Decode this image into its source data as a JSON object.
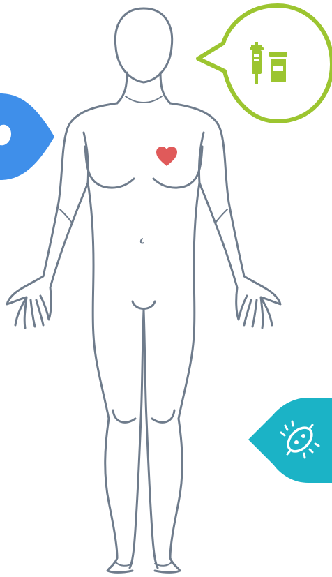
{
  "body_figure": {
    "view": "front",
    "stroke_color": "#6f7c8c"
  },
  "heart_marker": {
    "icon": "heart-icon",
    "color": "#e05a5a"
  },
  "callouts": [
    {
      "id": "medications",
      "icon": "syringe-and-pill-bottle-icon",
      "style": "outline-bubble",
      "color": "#9cc530"
    },
    {
      "id": "left-category",
      "icon": "partial-icon",
      "style": "filled-drop",
      "color": "#3f8fea"
    },
    {
      "id": "infections",
      "icon": "bacteria-icon",
      "style": "filled-drop",
      "color": "#1bb3c6"
    }
  ]
}
